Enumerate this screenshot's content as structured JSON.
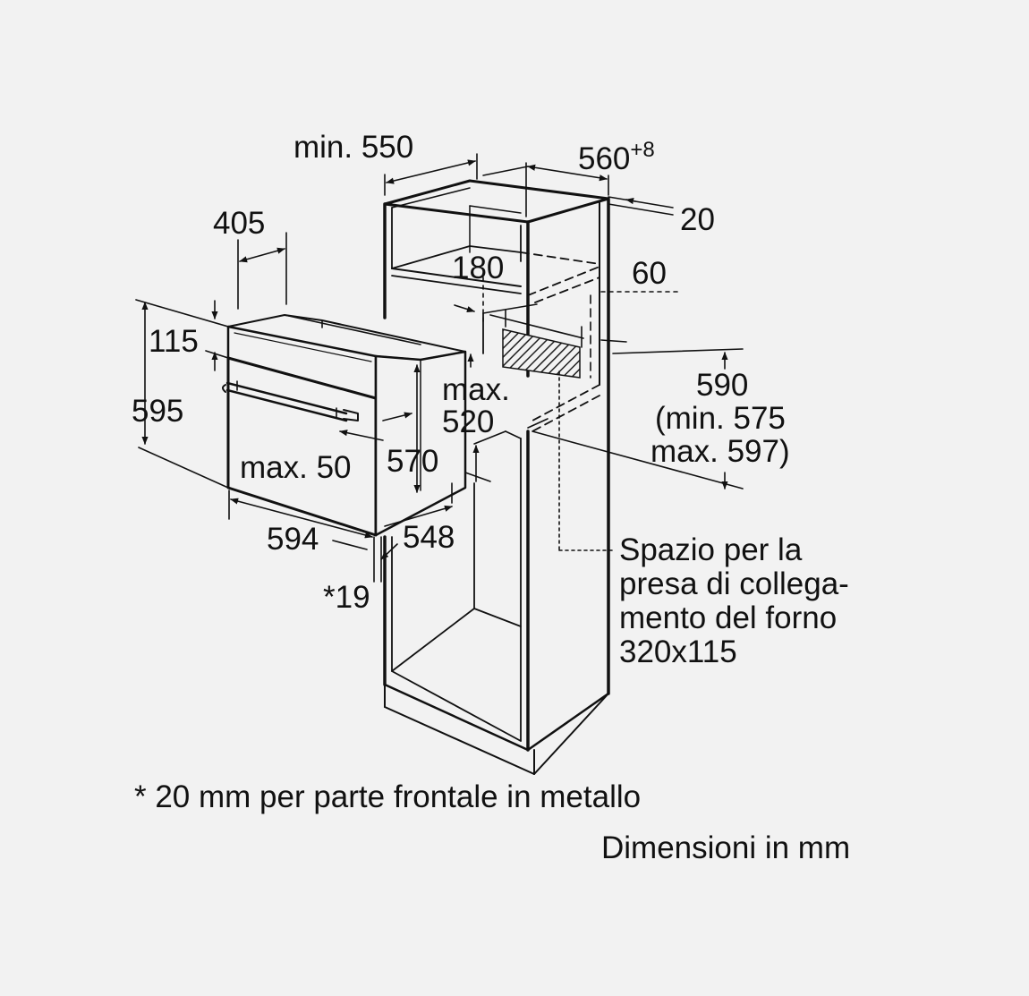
{
  "dimensions": {
    "min_550": "min. 550",
    "w560": "560",
    "w560_tol": "+8",
    "d20": "20",
    "d405": "405",
    "d180": "180",
    "d60": "60",
    "d115": "115",
    "d595": "595",
    "max_label": "max.",
    "d520": "520",
    "d590": "590",
    "d590_min": "(min. 575",
    "d590_max": "max. 597)",
    "max_50": "max. 50",
    "d570": "570",
    "d594": "594",
    "d548": "548",
    "star19": "*19"
  },
  "socket_note": {
    "line1": "Spazio per la",
    "line2": "presa di collega-",
    "line3": "mento del forno",
    "line4": "320x115"
  },
  "footnote": "* 20 mm per parte frontale in metallo",
  "units_note": "Dimensioni in mm",
  "colors": {
    "line": "#111111",
    "background": "#f2f2f2",
    "hatch": "#333333"
  }
}
